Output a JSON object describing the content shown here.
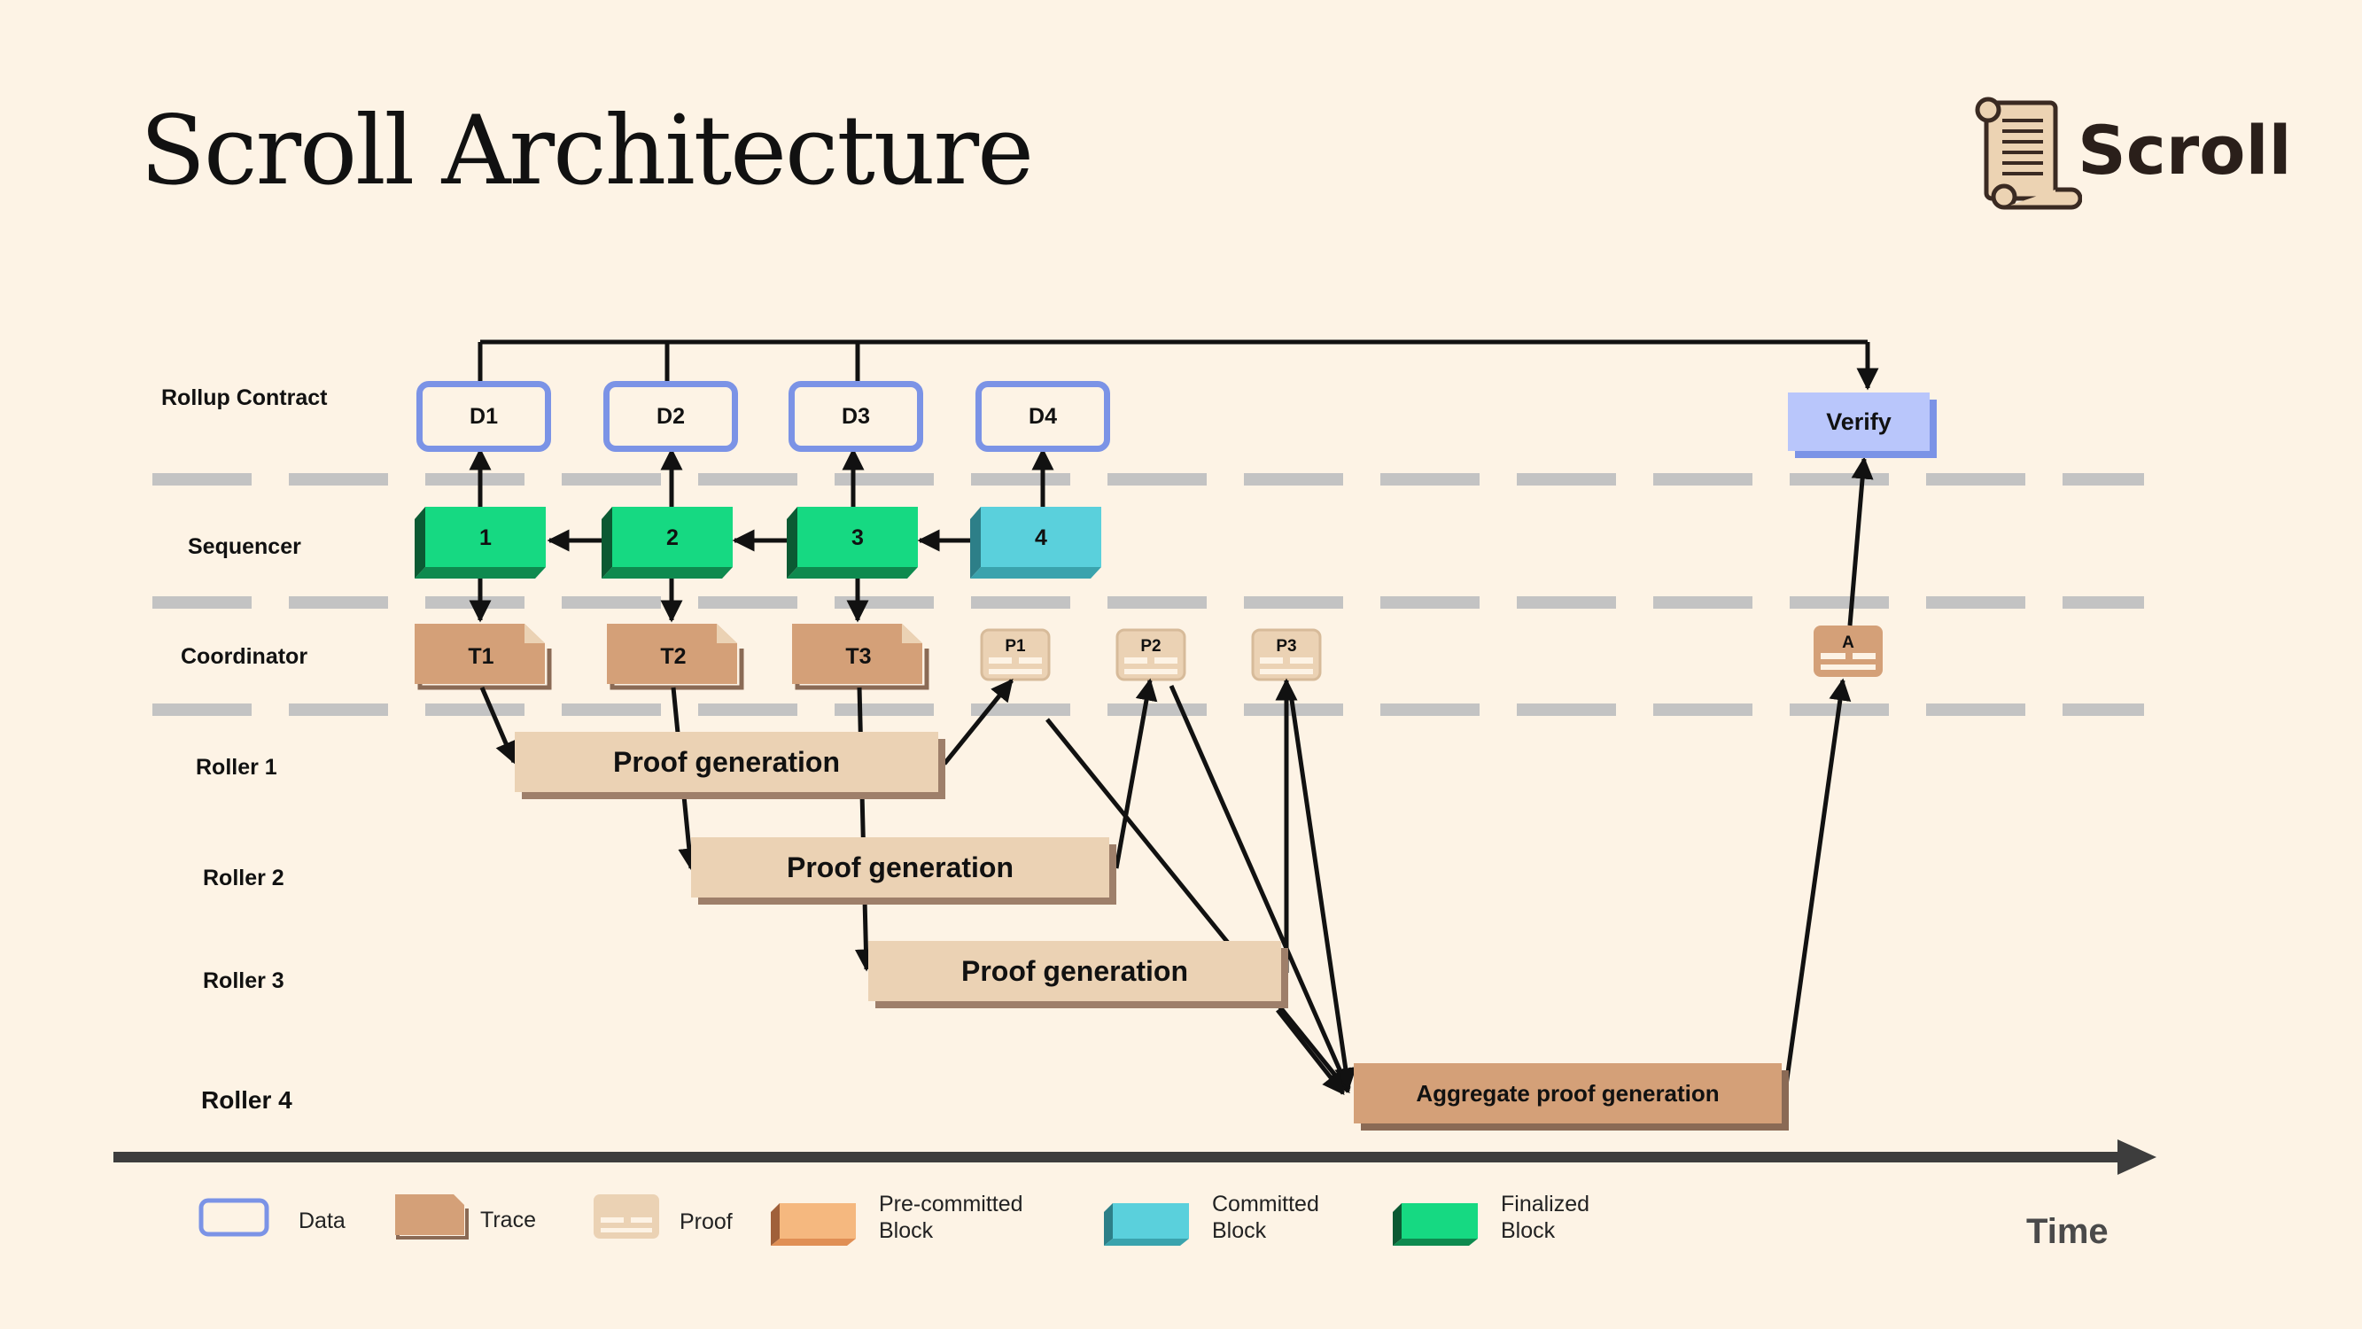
{
  "header": {
    "title": "Scroll Architecture",
    "brand": "Scroll"
  },
  "lanes": {
    "rollup_contract": "Rollup Contract",
    "sequencer": "Sequencer",
    "coordinator": "Coordinator",
    "roller1": "Roller 1",
    "roller2": "Roller 2",
    "roller3": "Roller 3",
    "roller4": "Roller 4"
  },
  "data_boxes": [
    "D1",
    "D2",
    "D3",
    "D4"
  ],
  "verify_label": "Verify",
  "blocks": [
    "1",
    "2",
    "3",
    "4"
  ],
  "traces": [
    "T1",
    "T2",
    "T3"
  ],
  "proofs": [
    "P1",
    "P2",
    "P3"
  ],
  "aggregate_marker": "A",
  "proof_generation": [
    "Proof generation",
    "Proof generation",
    "Proof generation"
  ],
  "aggregate_label": "Aggregate proof generation",
  "legend": {
    "data": "Data",
    "trace": "Trace",
    "proof": "Proof",
    "precommitted": [
      "Pre-committed",
      "Block"
    ],
    "committed": [
      "Committed",
      "Block"
    ],
    "finalized": [
      "Finalized",
      "Block"
    ]
  },
  "axis_label": "Time",
  "colors": {
    "background": "#fdf3e5",
    "data_border": "#7b93e6",
    "finalized": "#16d982",
    "committed": "#5ad0dc",
    "precommitted": "#f5b87f",
    "trace": "#d4a078",
    "proof": "#ebd2b4",
    "verify": "#b9c6fb"
  }
}
